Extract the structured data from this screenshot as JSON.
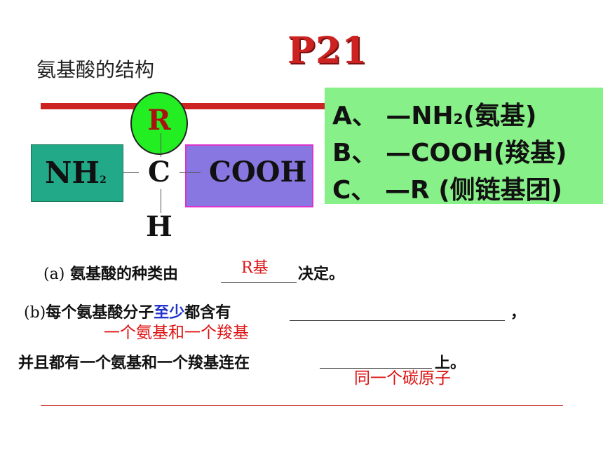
{
  "slide": {
    "title": "P21",
    "heading": "氨基酸的结构"
  },
  "structure": {
    "r": "R",
    "nh2_main": "NH",
    "nh2_sub": "2",
    "c": "C",
    "cooh": "COOH",
    "h": "H"
  },
  "info": {
    "a_label": "A、 —NH",
    "a_sub": "2",
    "a_tail": "(氨基)",
    "b": "B、 —COOH(羧基)",
    "c": "C、 —R (侧链基团)"
  },
  "questions": {
    "a_prefix": "(a)",
    "a_text_before": "氨基酸的种类由",
    "a_answer": "R基",
    "a_text_after": "决定。",
    "b_prefix": "(b)",
    "b_text_1": "每个氨基酸分子",
    "b_highlight": "至少",
    "b_text_2": "都含有",
    "b_comma": "，",
    "b_answer": "一个氨基和一个羧基",
    "c_text_before": "并且都有一个氨基和一个羧基连在",
    "c_text_after": "上。",
    "c_answer": "同一个碳原子"
  },
  "colors": {
    "title": "#cc2222",
    "bar": "#cc2222",
    "r_circle": "#22ee22",
    "nh2_box": "#22aa88",
    "cooh_box": "#8877e0",
    "info_box": "#88f088",
    "answer": "#dd1111",
    "highlight": "#2233cc"
  }
}
